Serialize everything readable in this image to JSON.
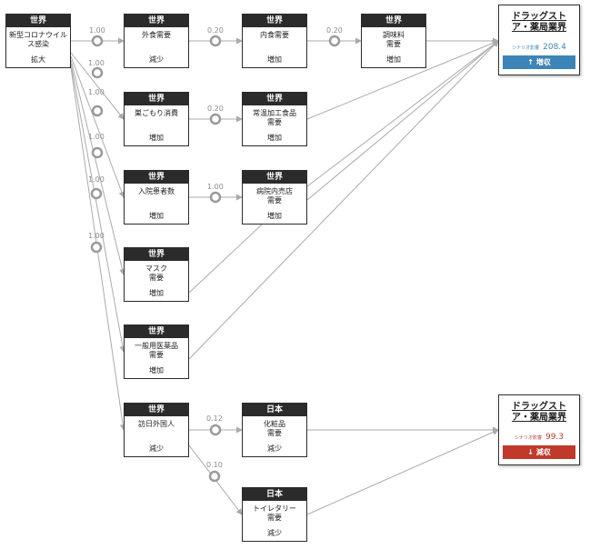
{
  "nodes": [
    {
      "id": "n0",
      "region": "世界",
      "name": "新型コロナウイル\nス感染",
      "effect": "拡大"
    },
    {
      "id": "n1",
      "region": "世界",
      "name": "外食需要",
      "effect": "減少"
    },
    {
      "id": "n2",
      "region": "世界",
      "name": "内食需要",
      "effect": "増加"
    },
    {
      "id": "n3",
      "region": "世界",
      "name": "調味料\n需要",
      "effect": "増加"
    },
    {
      "id": "n4",
      "region": "世界",
      "name": "巣ごもり消費",
      "effect": "増加"
    },
    {
      "id": "n5",
      "region": "世界",
      "name": "常温加工食品\n需要",
      "effect": "増加"
    },
    {
      "id": "n6",
      "region": "世界",
      "name": "入院患者数",
      "effect": "増加"
    },
    {
      "id": "n7",
      "region": "世界",
      "name": "病院内売店\n需要",
      "effect": "増加"
    },
    {
      "id": "n8",
      "region": "世界",
      "name": "マスク\n需要",
      "effect": "増加"
    },
    {
      "id": "n9",
      "region": "世界",
      "name": "一般用医薬品\n需要",
      "effect": "増加"
    },
    {
      "id": "n10",
      "region": "世界",
      "name": "訪日外国人",
      "effect": "減少"
    },
    {
      "id": "n11",
      "region": "日本",
      "name": "化粧品\n需要",
      "effect": "減少"
    },
    {
      "id": "n12",
      "region": "日本",
      "name": "トイレタリー\n需要",
      "effect": "減少"
    }
  ],
  "results": [
    {
      "title": "ドラッグスト\nア・薬局業界",
      "score_label": "シナリオ影響",
      "score": "208.4",
      "badge": "↑ 増収",
      "badge_color": "#3d85b8",
      "score_color": "#3d85b8"
    },
    {
      "title": "ドラッグスト\nア・薬局業界",
      "score_label": "シナリオ影響",
      "score": "99.3",
      "badge": "↓ 減収",
      "badge_color": "#c0392b",
      "score_color": "#c0392b"
    }
  ],
  "weights": [
    "1.00",
    "0.20",
    "0.20",
    "1.00",
    "0.20",
    "1.00",
    "1.00",
    "1.00",
    "1.00",
    "1.00",
    "0.12",
    "0.10"
  ],
  "colors": {
    "node_header": "#2b2b2b",
    "edge": "#aaaaaa",
    "up": "#3d85b8",
    "down": "#c0392b"
  }
}
